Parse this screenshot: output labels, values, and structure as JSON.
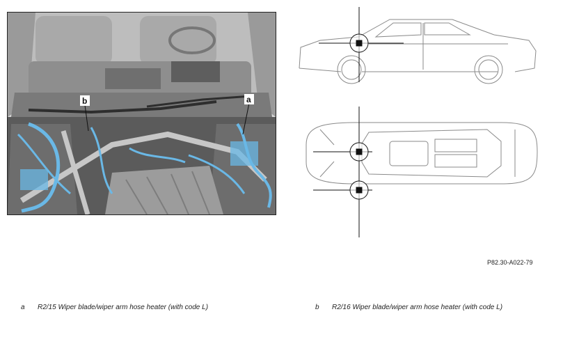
{
  "callouts": {
    "a": "a",
    "b": "b"
  },
  "figure_code": "P82.30-A022-79",
  "legend": [
    {
      "key": "a",
      "text": "R2/15 Wiper blade/wiper arm hose heater (with code L)"
    },
    {
      "key": "b",
      "text": "R2/16 Wiper blade/wiper arm hose heater (with code L)"
    }
  ],
  "colors": {
    "highlight": "#6ab8e6",
    "photo_dark": "#3a3a3a",
    "line": "#9a9a9a"
  }
}
